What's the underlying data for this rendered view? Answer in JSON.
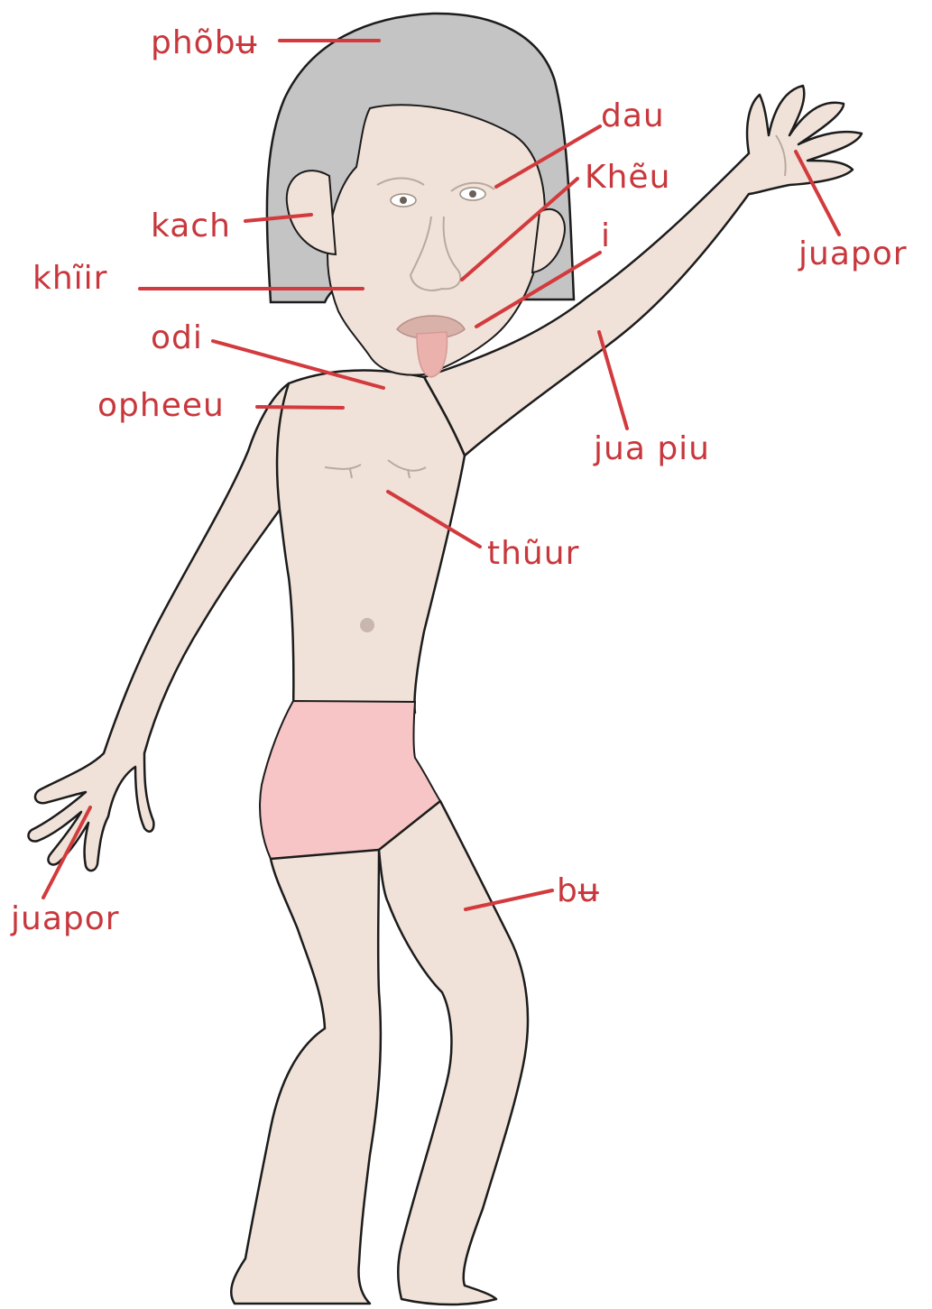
{
  "diagram": {
    "colors": {
      "background": "#ffffff",
      "skin": "#f0e2d8",
      "outline": "#1c1c1c",
      "hair": "#c4c4c4",
      "shorts": "#f7c5c5",
      "label_text": "#c8373c",
      "leader_line": "#d33a3d"
    },
    "labels": {
      "hair": "phõbʉ",
      "eyebrow": "dau",
      "nose": "Khẽu",
      "mouth": "i",
      "ear": "kach",
      "cheek": "khĩir",
      "neck": "odi",
      "shoulder": "opheeu",
      "right_hand": "juapor",
      "upper_arm": "jua piu",
      "chest": "thũur",
      "thigh": "bʉ",
      "left_hand": "juapor"
    }
  }
}
